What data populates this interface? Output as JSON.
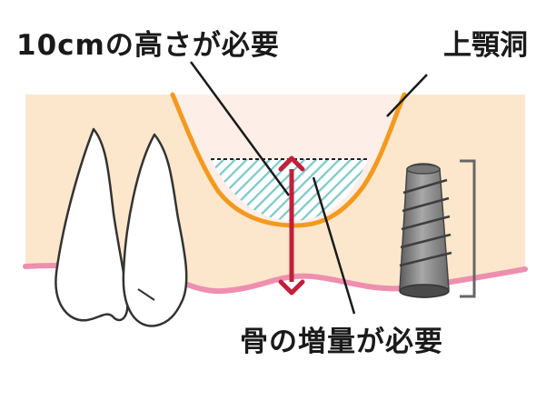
{
  "labels": {
    "height_needed": "10cmの高さが必要",
    "maxillary_sinus": "上顎洞",
    "bone_augmentation_needed": "骨の増量が必要"
  },
  "colors": {
    "bone": "#fde7cc",
    "sinus_fill": "#fdeee7",
    "sinus_outline": "#f39a1e",
    "gum_line": "#ee8fb0",
    "graft_hatch": "#7ec9c9",
    "arrow": "#c21f3a",
    "tooth_fill": "#ffffff",
    "tooth_outline": "#333333",
    "implant_fill": "#8a8a8a",
    "bracket": "#666666"
  }
}
